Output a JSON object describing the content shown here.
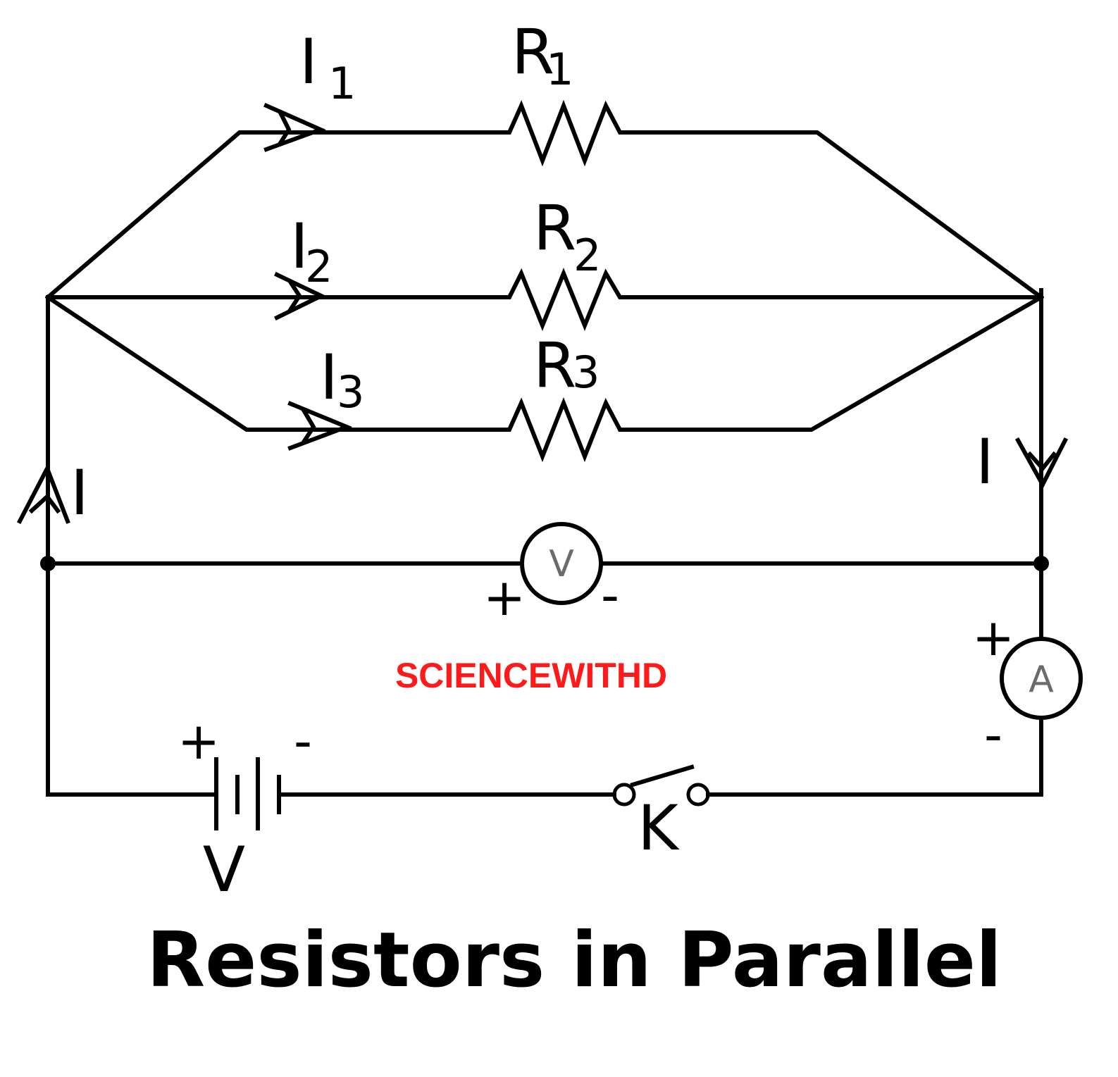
{
  "title": "Resistors in Parallel",
  "watermark": {
    "text": "SCIENCEWITHD",
    "color": "#ff1a1a"
  },
  "resistors": [
    {
      "label": "R",
      "subscript": "1"
    },
    {
      "label": "R",
      "subscript": "2"
    },
    {
      "label": "R",
      "subscript": "3"
    }
  ],
  "branch_currents": [
    {
      "label": "I",
      "subscript": "1"
    },
    {
      "label": "I",
      "subscript": "2"
    },
    {
      "label": "I",
      "subscript": "3"
    }
  ],
  "total_current_label": "I",
  "voltmeter": {
    "symbol": "V",
    "plus": "+",
    "minus": "-"
  },
  "ammeter": {
    "symbol": "A",
    "plus": "+",
    "minus": "-"
  },
  "battery": {
    "label": "V",
    "plus": "+",
    "minus": "-"
  },
  "key": {
    "label": "K"
  }
}
